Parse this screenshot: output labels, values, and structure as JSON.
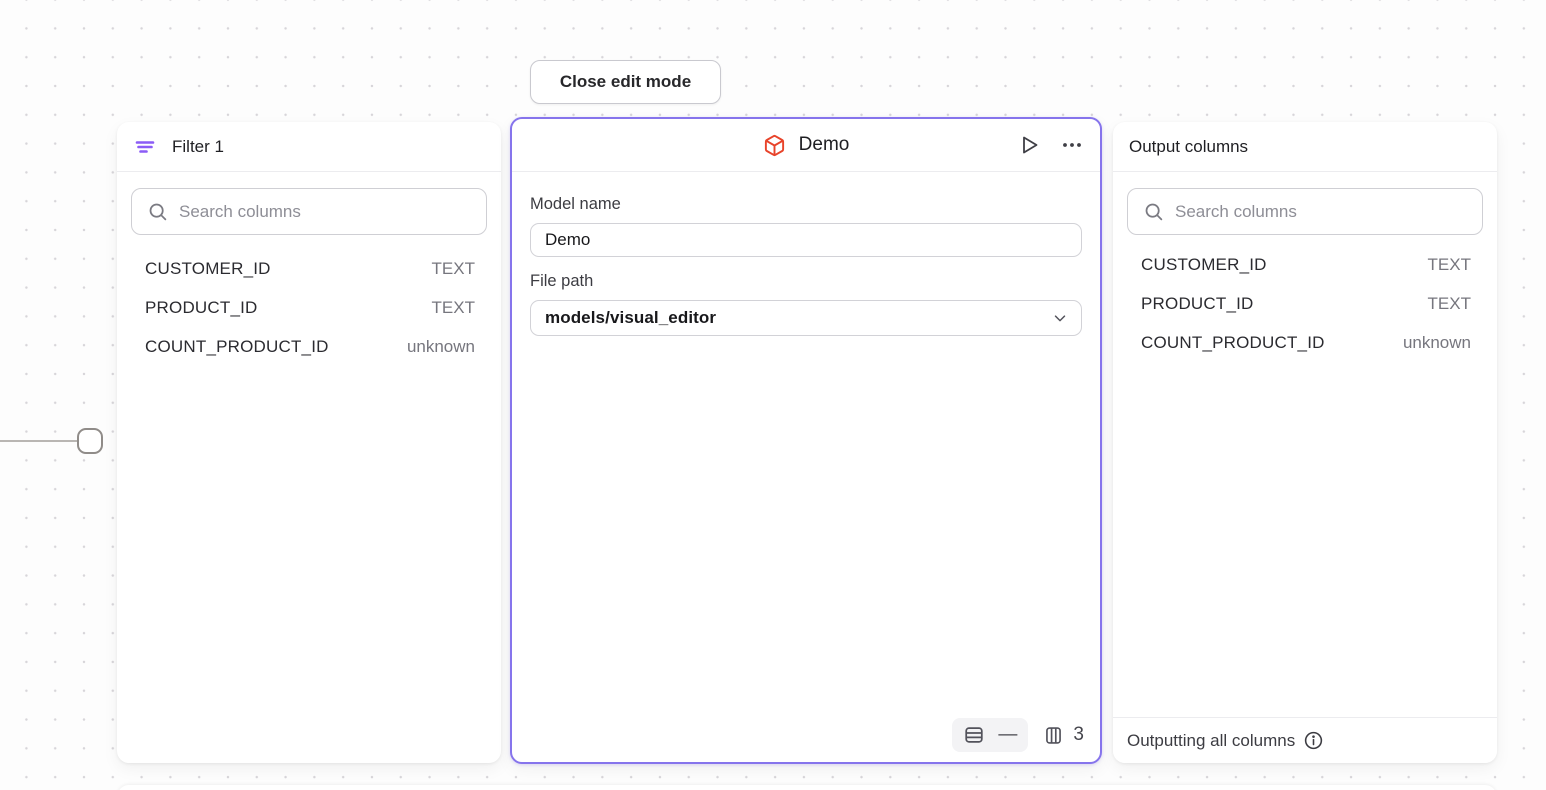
{
  "toolbar": {
    "close_edit_mode": "Close edit mode"
  },
  "colors": {
    "accent_purple": "#8674EC",
    "filter_icon_purple": "#8B5CF6",
    "model_icon_orange": "#E8432A"
  },
  "filter_node": {
    "title": "Filter 1",
    "search": {
      "placeholder": "Search columns"
    },
    "columns": [
      {
        "name": "CUSTOMER_ID",
        "type": "TEXT"
      },
      {
        "name": "PRODUCT_ID",
        "type": "TEXT"
      },
      {
        "name": "COUNT_PRODUCT_ID",
        "type": "unknown"
      }
    ]
  },
  "model_node": {
    "title": "Demo",
    "fields": {
      "model_name_label": "Model name",
      "model_name_value": "Demo",
      "file_path_label": "File path",
      "file_path_value": "models/visual_editor"
    },
    "footer": {
      "rows_value": "—",
      "columns_count": "3"
    }
  },
  "output_node": {
    "title": "Output columns",
    "search": {
      "placeholder": "Search columns"
    },
    "columns": [
      {
        "name": "CUSTOMER_ID",
        "type": "TEXT"
      },
      {
        "name": "PRODUCT_ID",
        "type": "TEXT"
      },
      {
        "name": "COUNT_PRODUCT_ID",
        "type": "unknown"
      }
    ],
    "footer": {
      "text": "Outputting all columns"
    }
  }
}
